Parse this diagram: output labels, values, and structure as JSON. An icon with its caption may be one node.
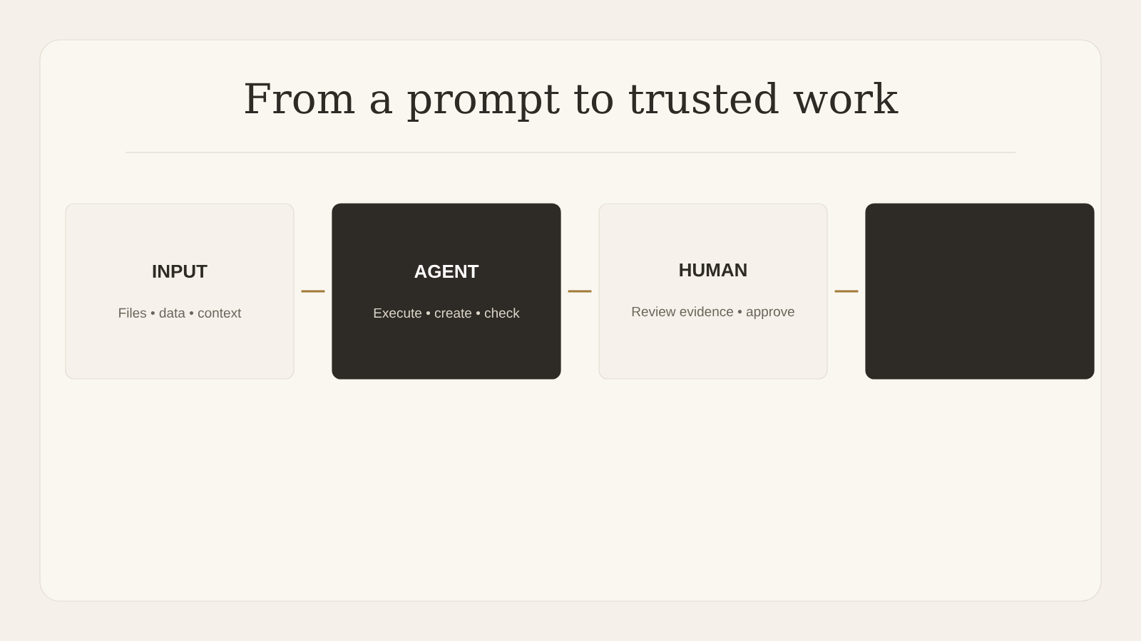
{
  "diagram": {
    "title": "From a prompt to trusted work",
    "nodes": [
      {
        "text": [
          "INPUT",
          "Files • data • context"
        ]
      },
      {
        "text": [
          "AGENT",
          "Execute • create • check"
        ]
      },
      {
        "text": [
          "HUMAN",
          "Review evidence • approve"
        ]
      },
      {
        "text": [],
        "shape": "box"
      }
    ],
    "edges": [
      {
        "from": 0,
        "to": 1,
        "arrow": "none",
        "color": "#a07a35"
      },
      {
        "from": 1,
        "to": 2,
        "arrow": "none",
        "color": "#a07a35"
      },
      {
        "from": 2,
        "to": 3,
        "arrow": "none",
        "color": "#a07a35"
      }
    ]
  }
}
